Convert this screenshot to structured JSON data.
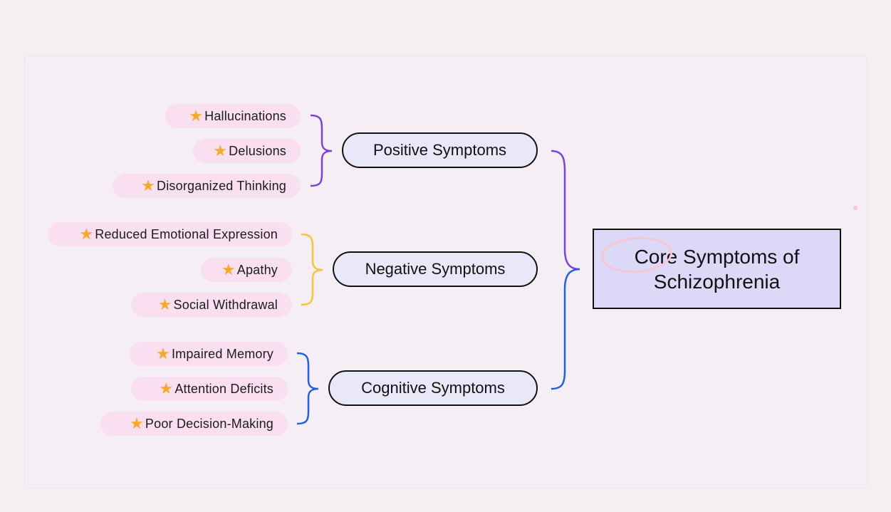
{
  "root": {
    "title_line1": "Core Symptoms of",
    "title_line2": "Schizophrenia"
  },
  "branches": [
    {
      "label": "Positive Symptoms",
      "color": "#7b3fe4",
      "items": [
        {
          "label": "Hallucinations",
          "icon": "star-icon"
        },
        {
          "label": "Delusions",
          "icon": "star-icon"
        },
        {
          "label": "Disorganized Thinking",
          "icon": "star-icon"
        }
      ]
    },
    {
      "label": "Negative Symptoms",
      "color": "#f7c531",
      "items": [
        {
          "label": "Reduced Emotional Expression",
          "icon": "star-icon"
        },
        {
          "label": "Apathy",
          "icon": "star-icon"
        },
        {
          "label": "Social Withdrawal",
          "icon": "star-icon"
        }
      ]
    },
    {
      "label": "Cognitive Symptoms",
      "color": "#1e5fe8",
      "items": [
        {
          "label": "Impaired Memory",
          "icon": "star-icon"
        },
        {
          "label": "Attention Deficits",
          "icon": "star-icon"
        },
        {
          "label": "Poor Decision-Making",
          "icon": "star-icon"
        }
      ]
    }
  ],
  "annotation_color": "#f6c6d2"
}
